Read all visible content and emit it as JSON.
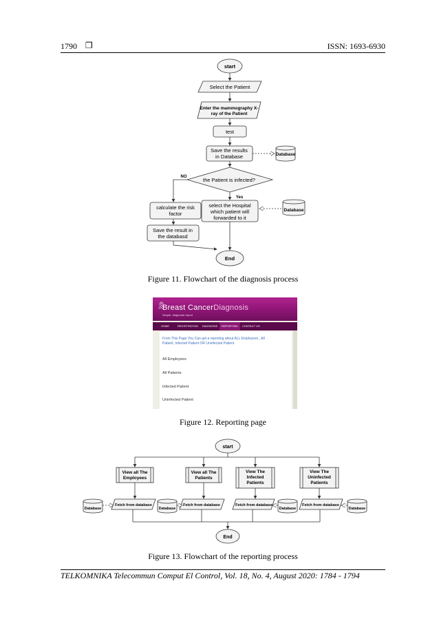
{
  "header": {
    "page_number": "1790",
    "symbol": "❒",
    "issn": "ISSN: 1693-6930"
  },
  "figure11": {
    "caption": "Figure 11. Flowchart of the diagnosis process",
    "start": "start",
    "select_patient": "Select the Patient",
    "enter_line1": "Enter the mammography X-",
    "enter_line2": "ray of the  Patient",
    "test": "test",
    "save_line1": "Save the results",
    "save_line2": "in Database",
    "database": "Database",
    "decision": "the Patient is infected?",
    "no": "NO",
    "yes": "Yes",
    "risk_line1": "calculate the risk",
    "risk_line2": "factor",
    "hospital_line1": "select the Hospital",
    "hospital_line2": "which patient will",
    "hospital_line3": "forwarded to it",
    "save_result_line1": "Save the result in",
    "save_result_line2": "the databasd",
    "end": "End"
  },
  "figure12": {
    "caption": "Figure 12. Reporting page",
    "logo_part1": "Breast Cancer",
    "logo_part2": "Diagnosis",
    "tagline": "Simple, diagnostic report",
    "nav": [
      "HOME",
      "REGISTRATION",
      "DIAGNOSIS",
      "REPORTING",
      "CONTACT US"
    ],
    "active_nav": "REPORTING",
    "intro": "From This Page You Can get a reporting about ALL Employees , All Patient, Infected Patient OR Uninfected Patient",
    "links": [
      "All Employees",
      "All Patients",
      "Infected Patient",
      "Uninfected Patient"
    ]
  },
  "figure13": {
    "caption": "Figure 13. Flowchart of the reporting process",
    "start": "start",
    "view_employees_line1": "View all The",
    "view_employees_line2": "Employees",
    "view_patients_line1": "View all The",
    "view_patients_line2": "Patients",
    "view_infected_line1": "View The",
    "view_infected_line2": "Infected",
    "view_infected_line3": "Patients",
    "view_uninfected_line1": "View The",
    "view_uninfected_line2": "Uninfected",
    "view_uninfected_line3": "Patients",
    "fetch": "Fetch from database",
    "database": "Database",
    "end": "End"
  },
  "footer": {
    "text": "TELKOMNIKA Telecommun Comput El Control, Vol. 18, No. 4, August 2020:  1784 - 1794"
  }
}
